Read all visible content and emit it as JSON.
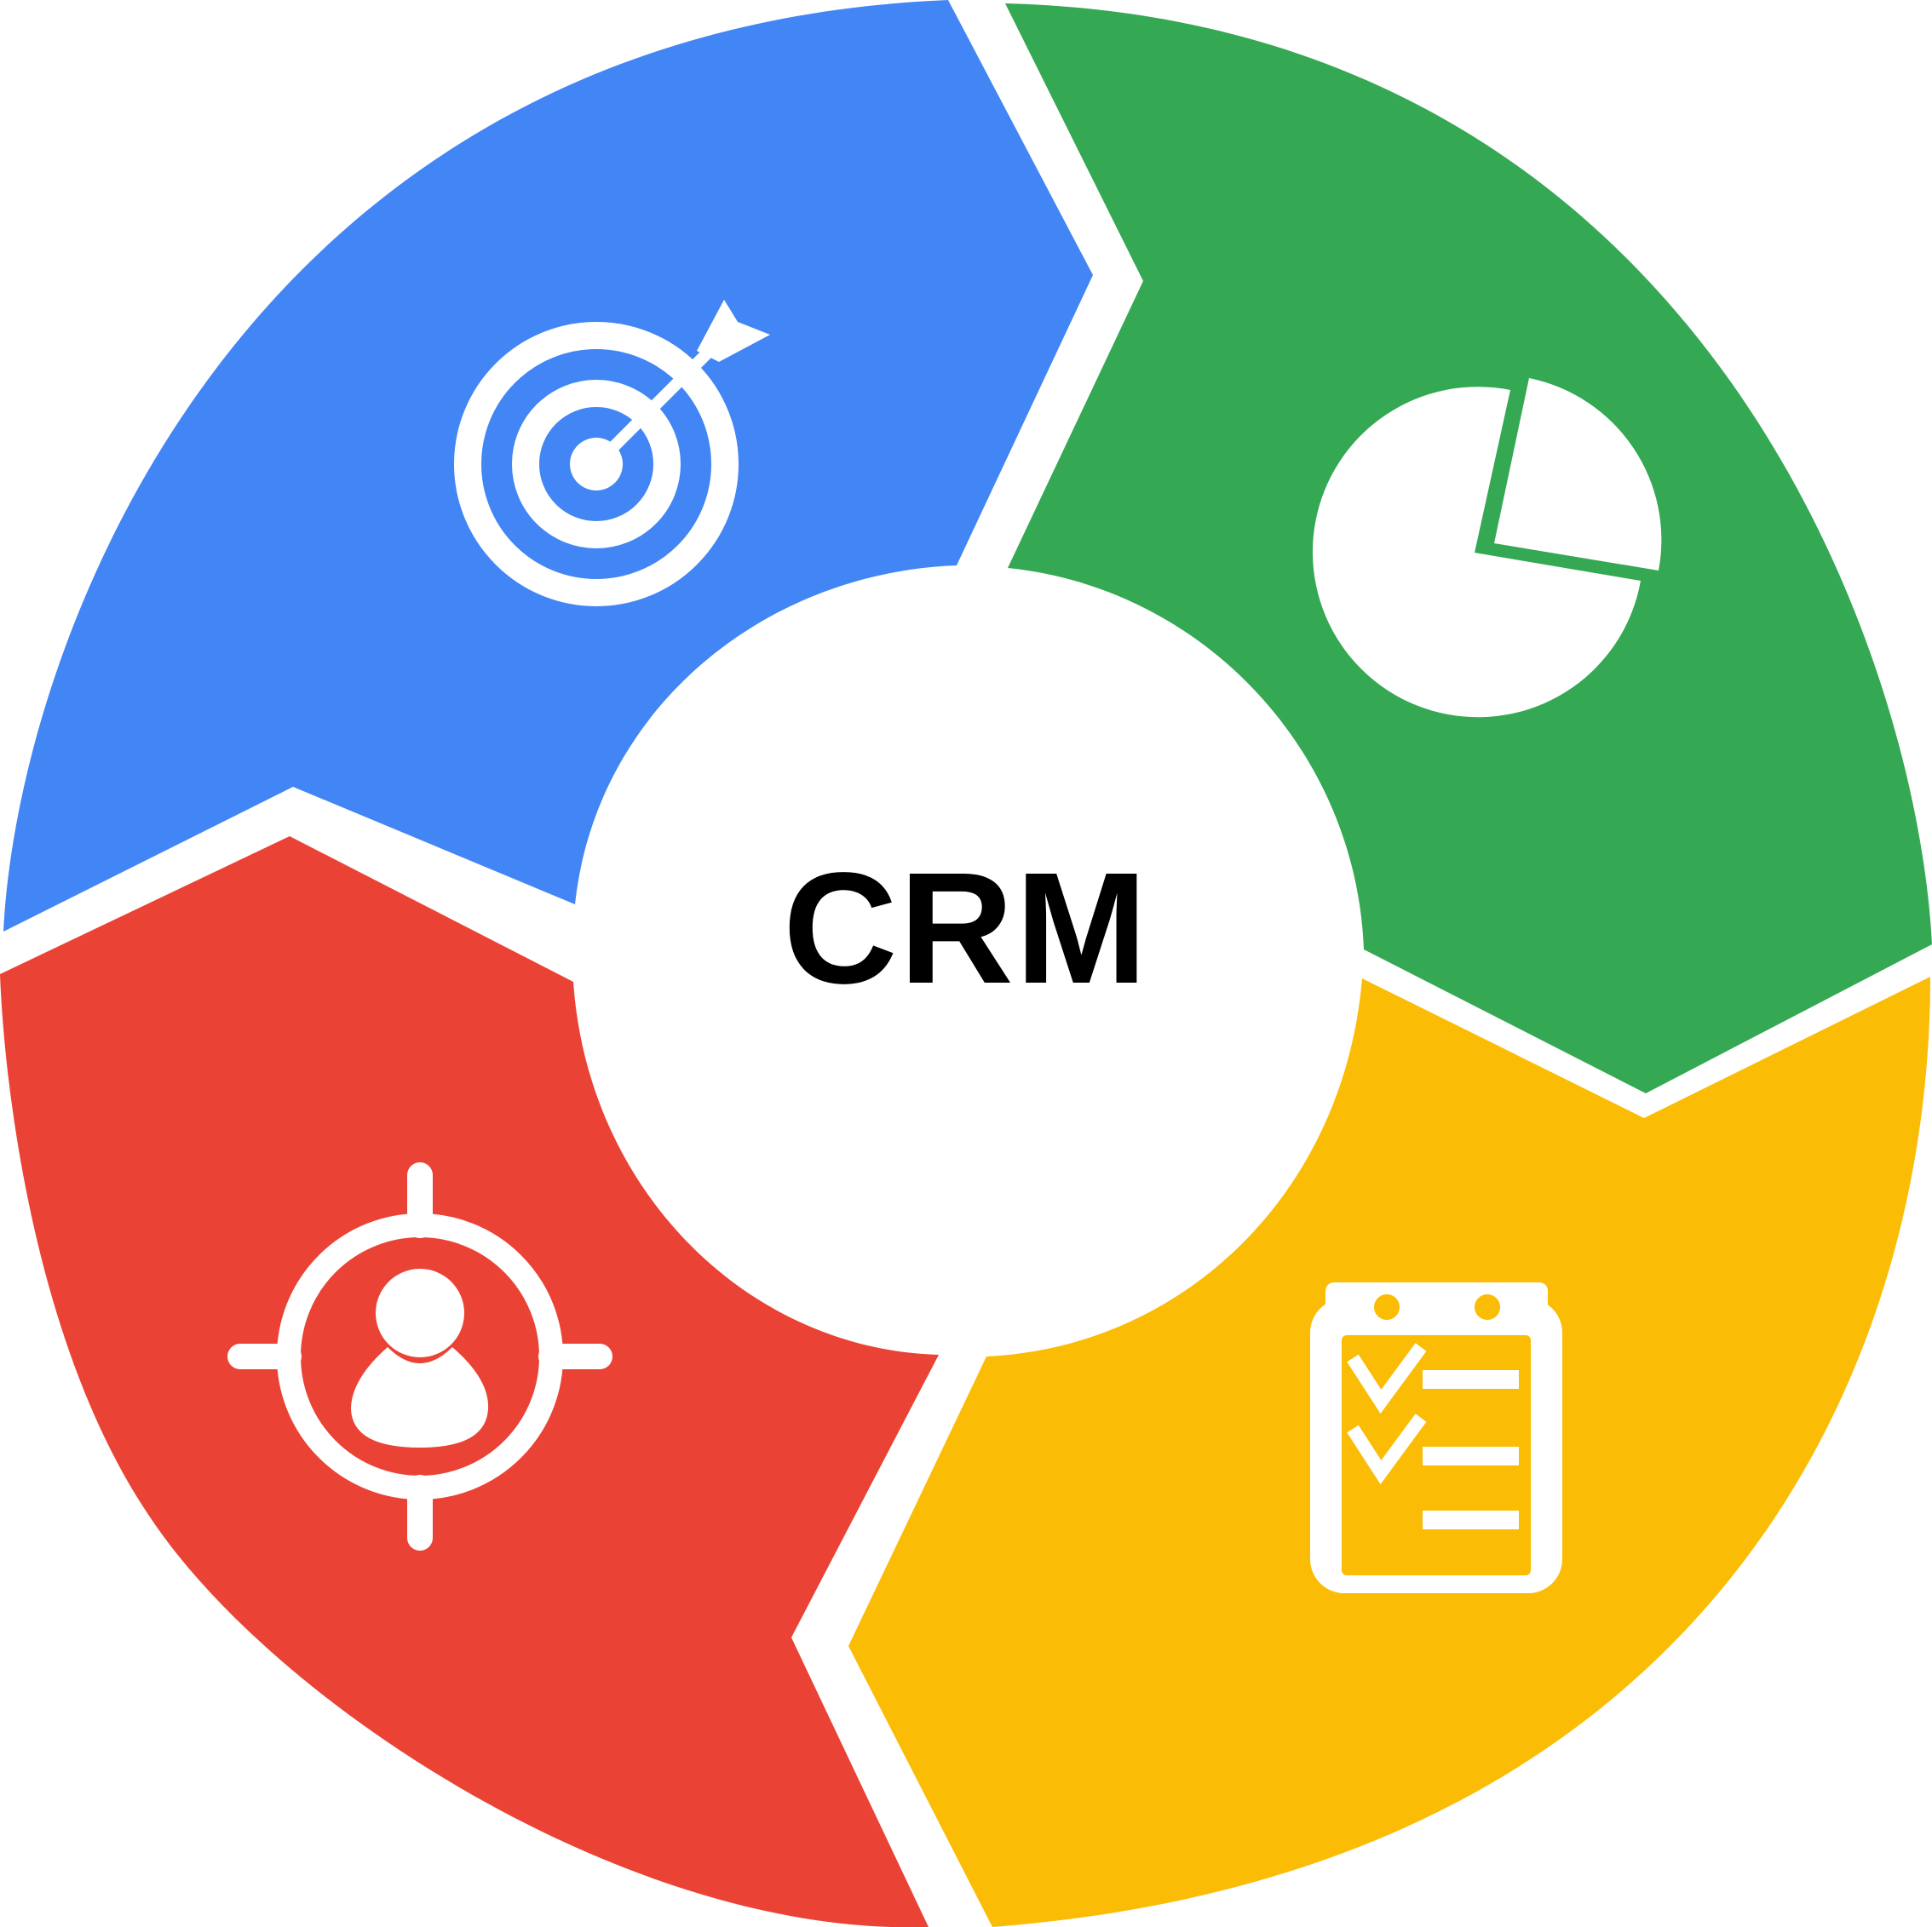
{
  "center": {
    "label": "CRM"
  },
  "segments": [
    {
      "id": "blue",
      "color": "#4285F4",
      "icon": "target-arrow-icon"
    },
    {
      "id": "green",
      "color": "#34A853",
      "icon": "pie-chart-icon"
    },
    {
      "id": "yellow",
      "color": "#FBBC05",
      "icon": "checklist-clipboard-icon"
    },
    {
      "id": "red",
      "color": "#EA4335",
      "icon": "customer-target-icon"
    }
  ],
  "colors": {
    "background": "#FFFFFF",
    "icon": "#FFFFFF",
    "text": "#000000"
  }
}
